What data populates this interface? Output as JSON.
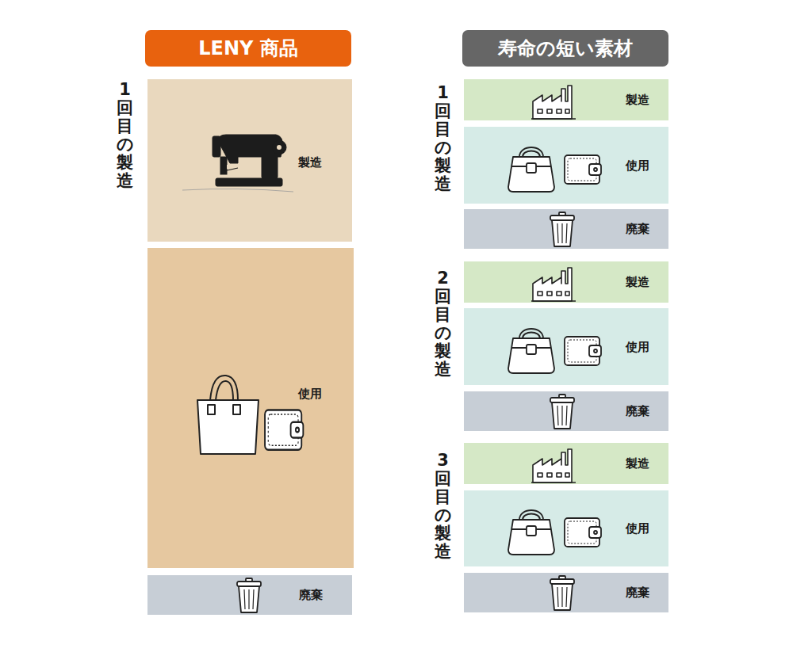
{
  "diagram": {
    "nodes": [
      {
        "text": [
          "LENY 商品"
        ]
      },
      {
        "text": [
          "製造"
        ]
      },
      {
        "text": [
          "使用"
        ]
      },
      {
        "text": [
          "廃棄"
        ]
      },
      {
        "text": [
          "寿命の短い素材"
        ]
      },
      {
        "text": [
          "製造"
        ]
      },
      {
        "text": [
          "使用"
        ]
      },
      {
        "text": [
          "廃棄"
        ]
      },
      {
        "text": [
          "製造"
        ]
      },
      {
        "text": [
          "使用"
        ]
      },
      {
        "text": [
          "廃棄"
        ]
      },
      {
        "text": [
          "製造"
        ]
      },
      {
        "text": [
          "使用"
        ]
      },
      {
        "text": [
          "廃棄"
        ]
      }
    ],
    "labels": [
      "1回目の製造",
      "1回目の製造",
      "2回目の製造",
      "3回目の製造"
    ]
  }
}
